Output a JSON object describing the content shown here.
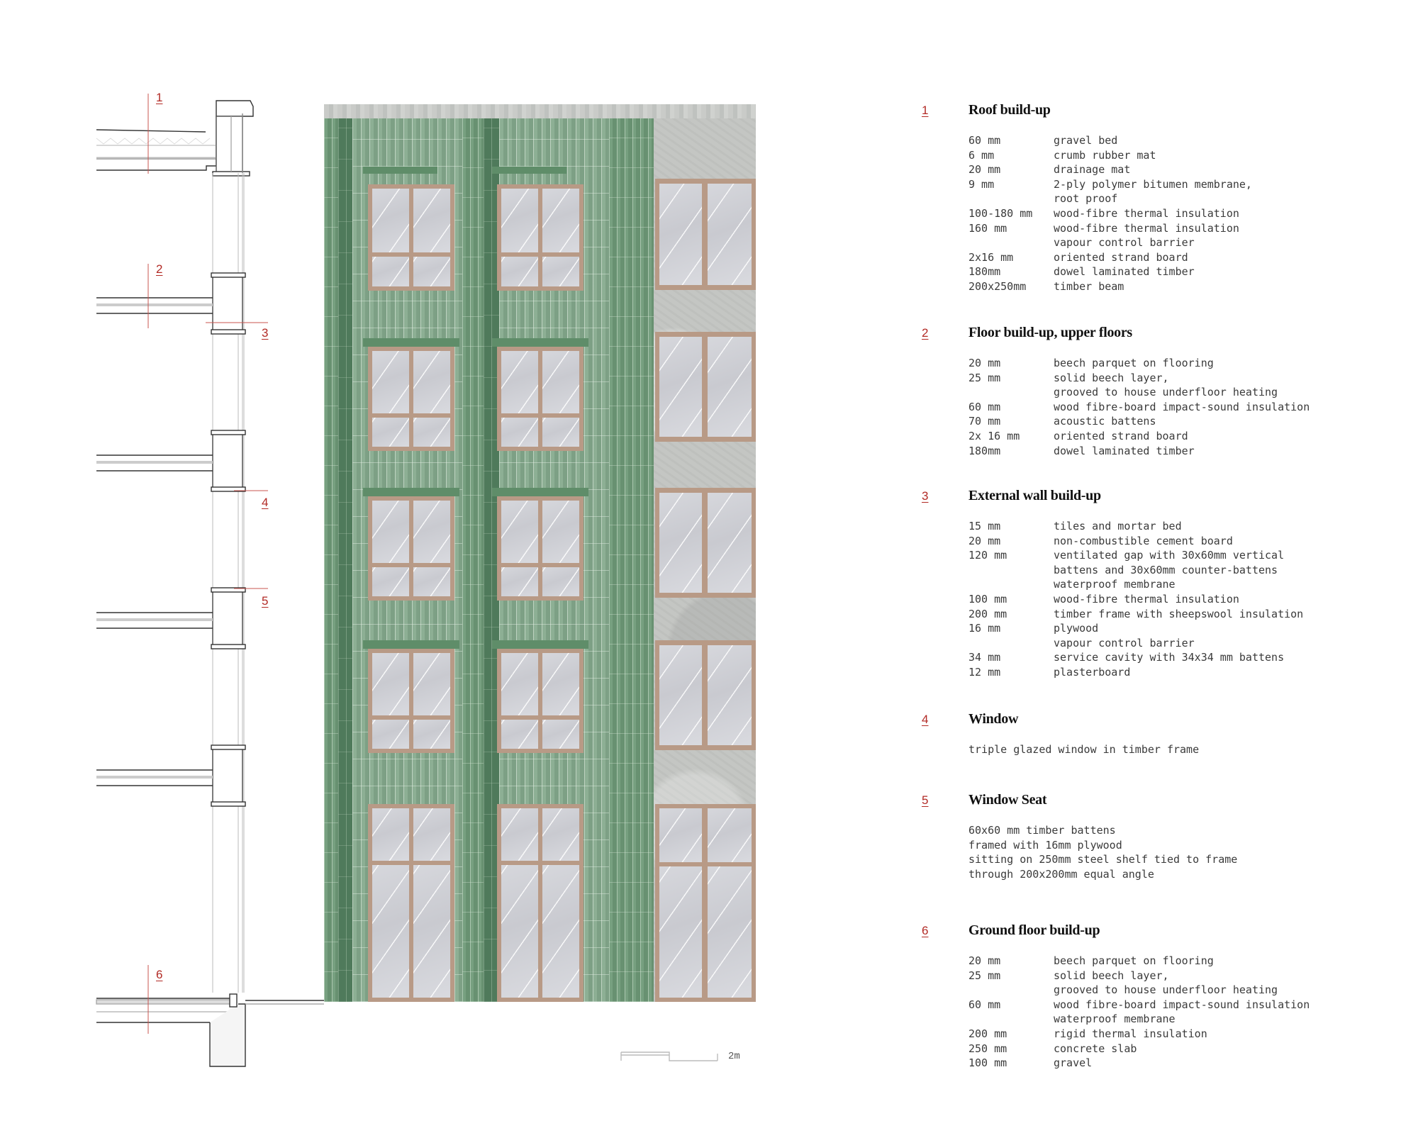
{
  "section_drawing": {
    "markers": [
      {
        "id": "1",
        "label": "1"
      },
      {
        "id": "2",
        "label": "2"
      },
      {
        "id": "3",
        "label": "3"
      },
      {
        "id": "4",
        "label": "4"
      },
      {
        "id": "5",
        "label": "5"
      },
      {
        "id": "6",
        "label": "6"
      }
    ]
  },
  "elevation": {
    "scale_bar_label": "2m",
    "colors": {
      "tile_green": "#6f9a78",
      "tile_dark": "#4f7a5b",
      "concrete": "#c4c6c3",
      "window_frame": "#b89a86",
      "glass": "#d0d1d6"
    }
  },
  "colors": {
    "marker_red": "#b22a25",
    "heading": "#111111",
    "body_text": "#3a3a3a"
  },
  "specs": [
    {
      "num": "1",
      "title": "Roof build-up",
      "rows": [
        {
          "dim": "60 mm",
          "desc": "gravel bed"
        },
        {
          "dim": "6 mm",
          "desc": "crumb rubber mat"
        },
        {
          "dim": "20 mm",
          "desc": "drainage mat"
        },
        {
          "dim": "9 mm",
          "desc": "2-ply polymer bitumen membrane,"
        },
        {
          "dim": "",
          "desc": "root proof"
        },
        {
          "dim": "100-180 mm",
          "desc": "wood-fibre thermal insulation"
        },
        {
          "dim": "160 mm",
          "desc": "wood-fibre thermal insulation"
        },
        {
          "dim": "",
          "desc": "vapour control barrier"
        },
        {
          "dim": "2x16 mm",
          "desc": "oriented strand board"
        },
        {
          "dim": "180mm",
          "desc": "dowel laminated timber"
        },
        {
          "dim": "200x250mm",
          "desc": "timber beam"
        }
      ]
    },
    {
      "num": "2",
      "title": "Floor build-up, upper floors",
      "rows": [
        {
          "dim": "20 mm",
          "desc": "beech parquet on flooring"
        },
        {
          "dim": "25 mm",
          "desc": "solid beech layer,"
        },
        {
          "dim": "",
          "desc": "grooved to house underfloor heating"
        },
        {
          "dim": "60 mm",
          "desc": "wood fibre-board impact-sound insulation"
        },
        {
          "dim": "70 mm",
          "desc": "acoustic battens"
        },
        {
          "dim": "2x 16 mm",
          "desc": "oriented strand board"
        },
        {
          "dim": "180mm",
          "desc": "dowel laminated timber"
        }
      ]
    },
    {
      "num": "3",
      "title": "External wall build-up",
      "rows": [
        {
          "dim": "15 mm",
          "desc": "tiles and mortar bed"
        },
        {
          "dim": "20 mm",
          "desc": "non-combustible cement board"
        },
        {
          "dim": "120 mm",
          "desc": "ventilated gap with 30x60mm vertical"
        },
        {
          "dim": "",
          "desc": "battens and 30x60mm counter-battens"
        },
        {
          "dim": "",
          "desc": "waterproof membrane"
        },
        {
          "dim": "100 mm",
          "desc": "wood-fibre thermal insulation"
        },
        {
          "dim": "200 mm",
          "desc": "timber frame with sheepswool insulation"
        },
        {
          "dim": "16 mm",
          "desc": "plywood"
        },
        {
          "dim": "",
          "desc": "vapour control barrier"
        },
        {
          "dim": "34 mm",
          "desc": "service cavity with 34x34 mm battens"
        },
        {
          "dim": "12 mm",
          "desc": "plasterboard"
        }
      ]
    },
    {
      "num": "4",
      "title": "Window",
      "lines": [
        "triple glazed window in timber frame"
      ]
    },
    {
      "num": "5",
      "title": "Window Seat",
      "lines": [
        "60x60 mm timber battens",
        "framed with 16mm plywood",
        "sitting on 250mm steel shelf tied to frame",
        "through 200x200mm equal angle"
      ]
    },
    {
      "num": "6",
      "title": "Ground floor build-up",
      "rows": [
        {
          "dim": "20 mm",
          "desc": "beech parquet on flooring"
        },
        {
          "dim": "25 mm",
          "desc": "solid beech layer,"
        },
        {
          "dim": "",
          "desc": "grooved to house underfloor heating"
        },
        {
          "dim": "60 mm",
          "desc": "wood fibre-board impact-sound insulation"
        },
        {
          "dim": "",
          "desc": "waterproof membrane"
        },
        {
          "dim": "200 mm",
          "desc": "rigid thermal insulation"
        },
        {
          "dim": "250 mm",
          "desc": "concrete slab"
        },
        {
          "dim": "100 mm",
          "desc": "gravel"
        }
      ]
    }
  ]
}
